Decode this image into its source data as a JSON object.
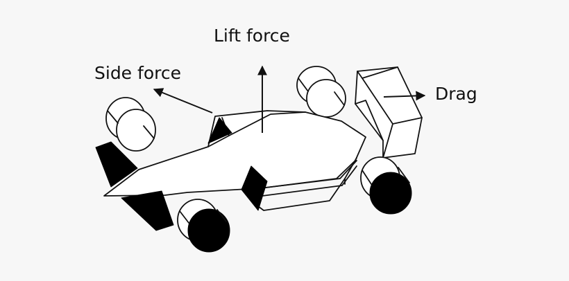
{
  "labels": {
    "lift": "Lift force",
    "side": "Side force",
    "drag": "Drag"
  },
  "colors": {
    "background": "#f7f7f7",
    "ink": "#111111",
    "fill_black": "#000000"
  }
}
